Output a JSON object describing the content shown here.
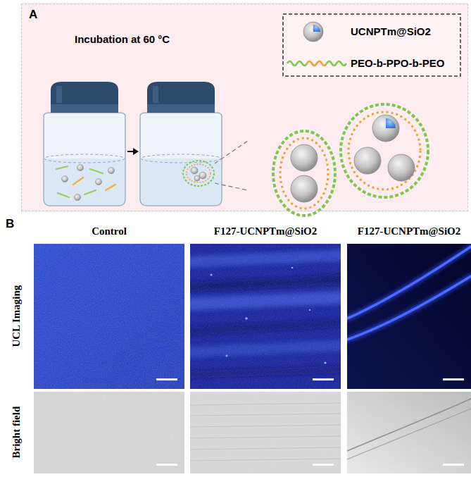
{
  "diagram": {
    "nodes": [
      {
        "text": [
          "A",
          "Incubation at 60 °C"
        ]
      }
    ],
    "labels": [
      "B",
      "Control",
      "F127-UCNPTm@SiO2",
      "F127-UCNPTm@SiO2",
      "UCL Imaging",
      "Bright field"
    ],
    "legend": [
      {
        "text": "UCNPTm@SiO2"
      },
      {
        "text": "PEO-b-PPO-b-PEO"
      }
    ]
  }
}
